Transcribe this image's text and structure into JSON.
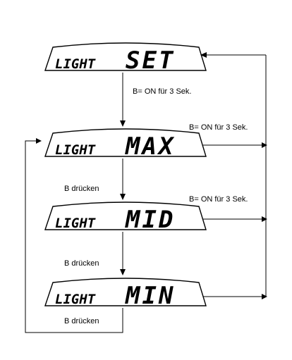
{
  "displays": [
    {
      "id": "set",
      "prefix": "LIGHT",
      "mode": "SET"
    },
    {
      "id": "max",
      "prefix": "LIGHT",
      "mode": "MAX"
    },
    {
      "id": "mid",
      "prefix": "LIGHT",
      "mode": "MID"
    },
    {
      "id": "min",
      "prefix": "LIGHT",
      "mode": "MIN"
    }
  ],
  "labels": {
    "set_to_max": "B= ON für 3 Sek.",
    "max_to_set": "B= ON für 3 Sek.",
    "mid_to_set": "B= ON für 3 Sek.",
    "max_to_mid": "B drücken",
    "mid_to_min": "B drücken",
    "min_to_max": "B drücken"
  }
}
